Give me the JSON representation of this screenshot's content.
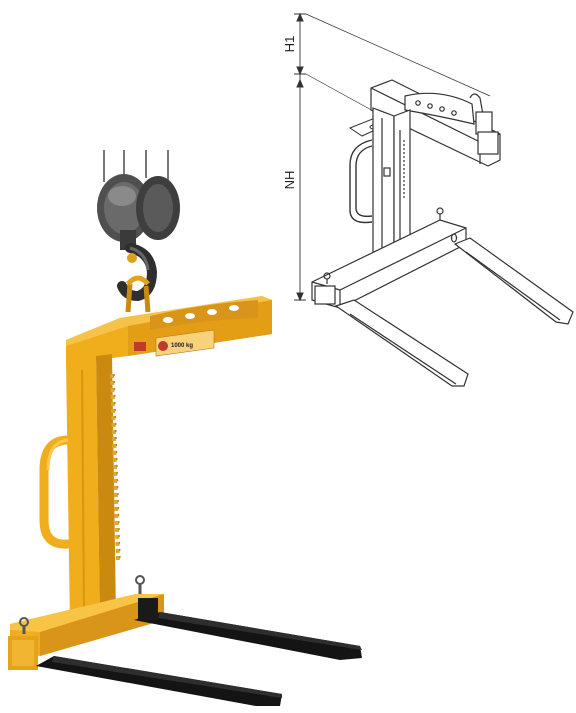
{
  "drawing": {
    "dimension_top": "H1",
    "dimension_main": "NH"
  },
  "photo": {
    "capacity_label": "1000 kg",
    "colors": {
      "frame": "#f0ad1c",
      "frame_shadow": "#c98a0f",
      "forks": "#141414",
      "chain": "#d8a93a",
      "hoist": "#5a5a5a"
    }
  },
  "line_drawing_color": "#333333"
}
